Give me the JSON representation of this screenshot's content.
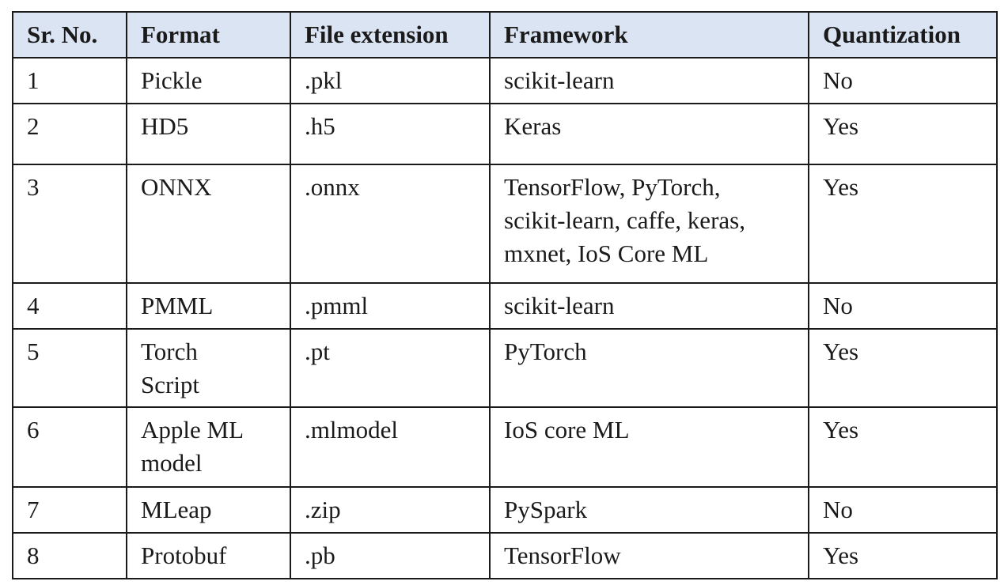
{
  "table": {
    "headers": [
      "Sr. No.",
      "Format",
      "File extension",
      "Framework",
      "Quantization"
    ],
    "rows": [
      {
        "sr": "1",
        "format": "Pickle",
        "ext": ".pkl",
        "framework": "scikit-learn",
        "quant": "No"
      },
      {
        "sr": "2",
        "format": "HD5",
        "ext": ".h5",
        "framework": "Keras",
        "quant": "Yes"
      },
      {
        "sr": "3",
        "format": "ONNX",
        "ext": ".onnx",
        "framework_lines": [
          "TensorFlow, PyTorch,",
          "scikit-learn, caffe, keras,",
          "mxnet, IoS Core ML"
        ],
        "quant": "Yes"
      },
      {
        "sr": "4",
        "format": "PMML",
        "ext": ".pmml",
        "framework": "scikit-learn",
        "quant": "No"
      },
      {
        "sr": "5",
        "format_lines": [
          "Torch",
          "Script"
        ],
        "ext": ".pt",
        "framework": "PyTorch",
        "quant": "Yes"
      },
      {
        "sr": "6",
        "format_lines": [
          "Apple ML",
          "model"
        ],
        "ext": ".mlmodel",
        "framework": "IoS core ML",
        "quant": "Yes"
      },
      {
        "sr": "7",
        "format": "MLeap",
        "ext": ".zip",
        "framework": "PySpark",
        "quant": "No"
      },
      {
        "sr": "8",
        "format": "Protobuf",
        "ext": ".pb",
        "framework": "TensorFlow",
        "quant": "Yes"
      }
    ]
  },
  "colors": {
    "header_background": "#dbe4f3",
    "border": "#1a1a1a",
    "text": "#1a1a1a"
  }
}
